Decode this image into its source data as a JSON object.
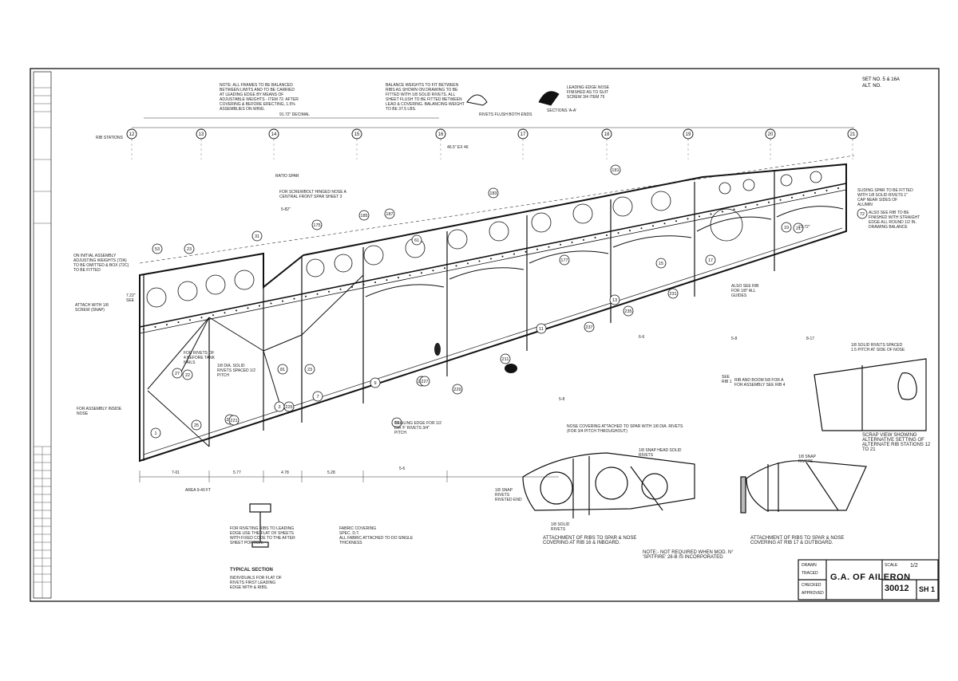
{
  "drawing": {
    "title": "G.A. OF AILERON",
    "number": "30012",
    "sheet": "SH 1",
    "scale_label": "SCALE",
    "scale_value": "1/2",
    "set_no": "SET NO. 5 & 16A",
    "alt_no": "ALT. NO."
  },
  "stations": [
    "12",
    "13",
    "14",
    "15",
    "16",
    "17",
    "18",
    "19",
    "20",
    "21"
  ],
  "station_prefix": "RIB STATIONS",
  "dimensions": {
    "overall": "91.72\" DECIMAL",
    "span_mid": "46.5\" ex 46",
    "d1": "7-01",
    "d2": "5.77",
    "d3": "4.78",
    "d4": "5.28",
    "d5": "5-6",
    "d6": "5-8",
    "d7": "8-17",
    "d8": "6-6",
    "d9": "5-8",
    "height_a": "7.22\" SEE",
    "height_b": "5-82\"",
    "span_label": "21-72\""
  },
  "part_numbers": [
    "53",
    "23",
    "1",
    "25",
    "27",
    "31",
    "81",
    "3",
    "7",
    "9",
    "11",
    "13",
    "15",
    "17",
    "19",
    "21",
    "22",
    "23",
    "61",
    "69",
    "72",
    "175",
    "177",
    "181",
    "183",
    "185",
    "187",
    "202",
    "205",
    "211",
    "221",
    "225",
    "227",
    "229",
    "231",
    "235",
    "237"
  ],
  "notes": {
    "note_top_left": "NOTE: ALL FRAMES TO BE BALANCED BETWEEN LIMITS AND TO BE CARRIED AT LEADING EDGE BY MEANS OF ADJUSTABLE WEIGHTS - ITEM 72. AFTER COVERING & BEFORE ERECTING, 1.5% ASSEMBLIES ON WING.",
    "note_top_mid": "BALANCE WEIGHTS TO FIT BETWEEN RIBS AS SHOWN ON DRAWING TO BE FITTED WITH 1/8 SOLID RIVETS. ALL SHEET FLUSH TO BE FITTED BETWEEN LEAD & COVERING. BALANCING WEIGHT TO BE 37.5 LBS.",
    "note_sections": "SECTIONS 'A-A'",
    "note_rivets": "RIVETS FLUSH BOTH ENDS",
    "note_leading": "LEADING EDGE NOSE FINISHED AS TO SUIT SCREW 3/4 ITEM 75",
    "note_hinge": "FOR SCREWBOLT HINGED NOSE A CENTRAL FRONT SPAR SHEET 3",
    "note_spar": "RATIO SPAR",
    "note_left": "ON INITIAL ASSEMBLY ADJUSTING WEIGHTS (72A) TO BE OMITTED & BOX (72C) TO BE FITTED",
    "note_attach": "ATTACH WITH 1/8 SCREW (SNAP)",
    "note_ribs": "FOR RIVETS OF 4 BEFORE TANK NAILS",
    "note_spar_rivets": "1/8 DIA. SOLID RIVETS SPACED 1/2 PITCH",
    "note_fork": "FOR ASSEMBLY INSIDE NOSE",
    "note_rib_bottom": "TRAILING EDGE FOR 1/2 DIA 'F' RIVETS 3/4\" PITCH",
    "note_diag": "RIB AND BOOM 5/8 FOR A FOR ASSEMBLY SEE RIB 4",
    "note_right": "SLIDING SPAR TO BE FITTED WITH 1/8 SOLID RIVETS 1\" CAP NEAR SIDES OF ALUMIN",
    "note_right2": "ALSO SEE RIB TO BE FINISHED WITH STRAIGHT EDGE ALL ROUND 1/2 IN. DRAWING BALANCE",
    "note_cord": "ALSO SEE RIB FOR 1/8\" ALL GUIDES",
    "note_rib_ref": "SEE RIB 1",
    "note_typical": "TYPICAL SECTION",
    "note_typical2": "INDIVIDUALS FOR FLAT OF RIVETS FIRST LEADING EDGE WITH & RIBS.",
    "note_riveting": "FOR RIVETING RIBS TO LEADING EDGE USE THE FLAT OF SHEETS WITH FIXED CODE TO THE AFTER SHEET PORTION.",
    "note_fabric": "FABRIC COVERING SPEC. D.T.",
    "note_fabric2": "ALL FABRIC ATTACHED TO DO SINGLE THICKNESS",
    "note_area": "AREA 9-40 ft",
    "note_nose_cov": "NOSE COVERING ATTACHED TO SPAR WITH 1/8 DIA. RIVETS (FOR 3/4 PITCH THROUGHOUT)",
    "note_attach_l": "ATTACHMENT OF RIBS TO SPAR & NOSE COVERING AT RIB 16 & INBOARD.",
    "note_attach_r": "ATTACHMENT OF RIBS TO SPAR & NOSE COVERING AT RIB 17 & OUTBOARD.",
    "note_not_req": "NOTE:- NOT REQUIRED WHEN MOD. N° 'SPITFIRE' 28-B IS INCORPORATED",
    "note_scrap": "SCRAP VIEW SHOWING ALTERNATIVE SETTING OF ALTERNATE RIB STATIONS 12 TO 21",
    "note_solid_a": "1/8 SNAP HEAD SOLID RIVETS",
    "note_solid_b": "1/8 SNAP RIVETS RIVETED END",
    "note_solid_c": "1/8 SOLID RIVETS",
    "note_solid_d": "1/8 SNAP RIVETS",
    "note_sheet_rivets": "1/8 SOLID RIVETS SPACED 1.5 PITCH AT SIDE OF NOSE"
  },
  "title_block": {
    "drawn": "DRAWN",
    "traced": "TRACED",
    "checked": "CHECKED",
    "approved": "APPROVED"
  }
}
